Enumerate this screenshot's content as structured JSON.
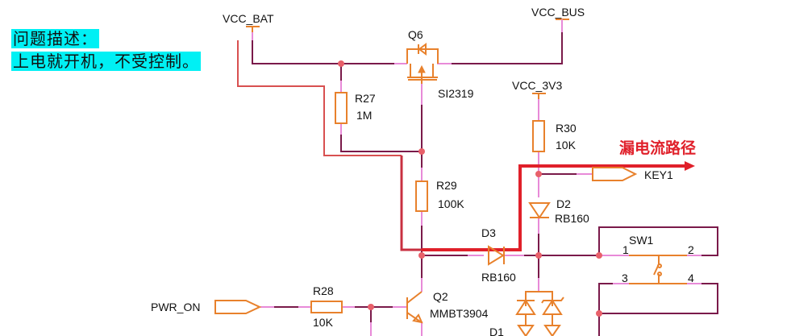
{
  "problem_note": {
    "heading": "问题描述：",
    "description": "上电就开机，不受控制。"
  },
  "annotation": {
    "leakage_path_label": "漏电流路径",
    "color": "#e0202a"
  },
  "power_rails": {
    "vcc_bat": "VCC_BAT",
    "vcc_bus": "VCC_BUS",
    "vcc_3v3": "VCC_3V3"
  },
  "components": {
    "q6": {
      "ref": "Q6",
      "part": "SI2319"
    },
    "q2": {
      "ref": "Q2",
      "part": "MMBT3904"
    },
    "r27": {
      "ref": "R27",
      "value": "1M"
    },
    "r29": {
      "ref": "R29",
      "value": "100K"
    },
    "r28": {
      "ref": "R28",
      "value": "10K"
    },
    "r30": {
      "ref": "R30",
      "value": "10K"
    },
    "d2": {
      "ref": "D2",
      "part": "RB160"
    },
    "d3": {
      "ref": "D3",
      "part": "RB160"
    },
    "d1": {
      "ref": "D1"
    },
    "sw1": {
      "ref": "SW1",
      "pins": [
        "1",
        "2",
        "3",
        "4"
      ]
    }
  },
  "net_ports": {
    "pwr_on": "PWR_ON",
    "key1": "KEY1"
  },
  "colors": {
    "wire": "#7a1a4a",
    "wire_pin": "#e88ad8",
    "component": "#e8812c",
    "junction": "#e8606a",
    "note_highlight": "#00f0f4"
  }
}
